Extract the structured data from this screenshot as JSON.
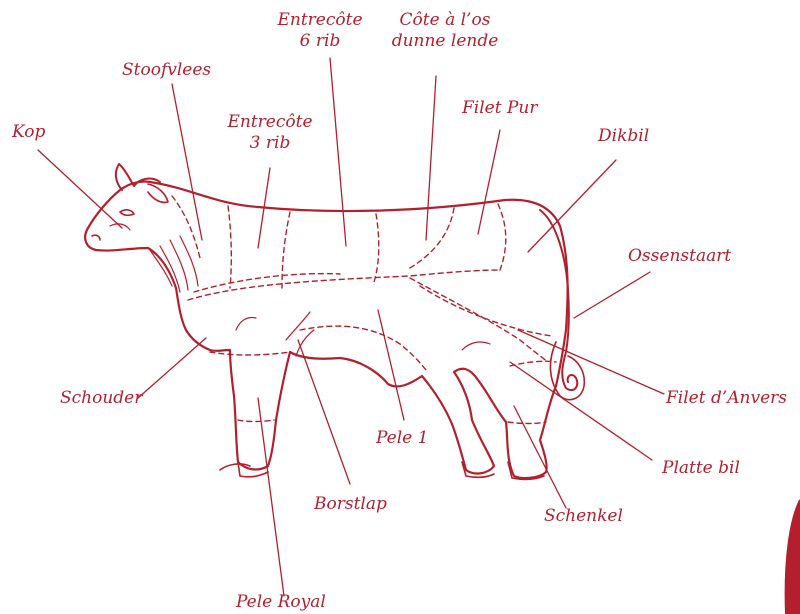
{
  "colors": {
    "ink": "#b41f2d",
    "background": "#ffffff"
  },
  "labels": {
    "kop": "Kop",
    "stoofvlees": "Stoofvlees",
    "entrecote_6_line1": "Entrecôte",
    "entrecote_6_line2": "6 rib",
    "cote_a_los_line1": "Côte à l’os",
    "cote_a_los_line2": "dunne lende",
    "filet_pur": "Filet Pur",
    "dikbil": "Dikbil",
    "entrecote_3_line1": "Entrecôte",
    "entrecote_3_line2": "3 rib",
    "ossenstaart": "Ossenstaart",
    "filet_danvers": "Filet d’Anvers",
    "schouder": "Schouder",
    "pele_1": "Pele 1",
    "platte_bil": "Platte bil",
    "borstlap": "Borstlap",
    "schenkel": "Schenkel",
    "pele_royal": "Pele Royal"
  }
}
